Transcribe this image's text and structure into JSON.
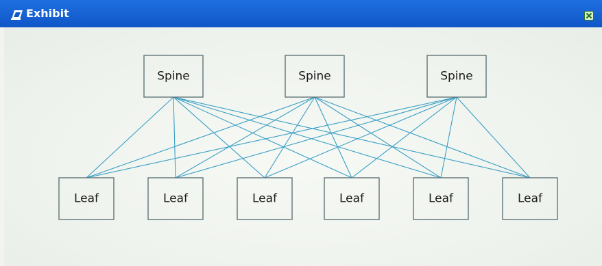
{
  "window": {
    "title": "Exhibit",
    "icon": "exhibit-app-icon",
    "close_icon": "close-x-icon",
    "accent_color": "#1565d8",
    "link_color": "#3a9ec6"
  },
  "diagram": {
    "spines": [
      {
        "id": "spine-1",
        "label": "Spine"
      },
      {
        "id": "spine-2",
        "label": "Spine"
      },
      {
        "id": "spine-3",
        "label": "Spine"
      }
    ],
    "leaves": [
      {
        "id": "leaf-1",
        "label": "Leaf"
      },
      {
        "id": "leaf-2",
        "label": "Leaf"
      },
      {
        "id": "leaf-3",
        "label": "Leaf"
      },
      {
        "id": "leaf-4",
        "label": "Leaf"
      },
      {
        "id": "leaf-5",
        "label": "Leaf"
      },
      {
        "id": "leaf-6",
        "label": "Leaf"
      }
    ],
    "topology": "full-mesh spine-to-leaf"
  }
}
